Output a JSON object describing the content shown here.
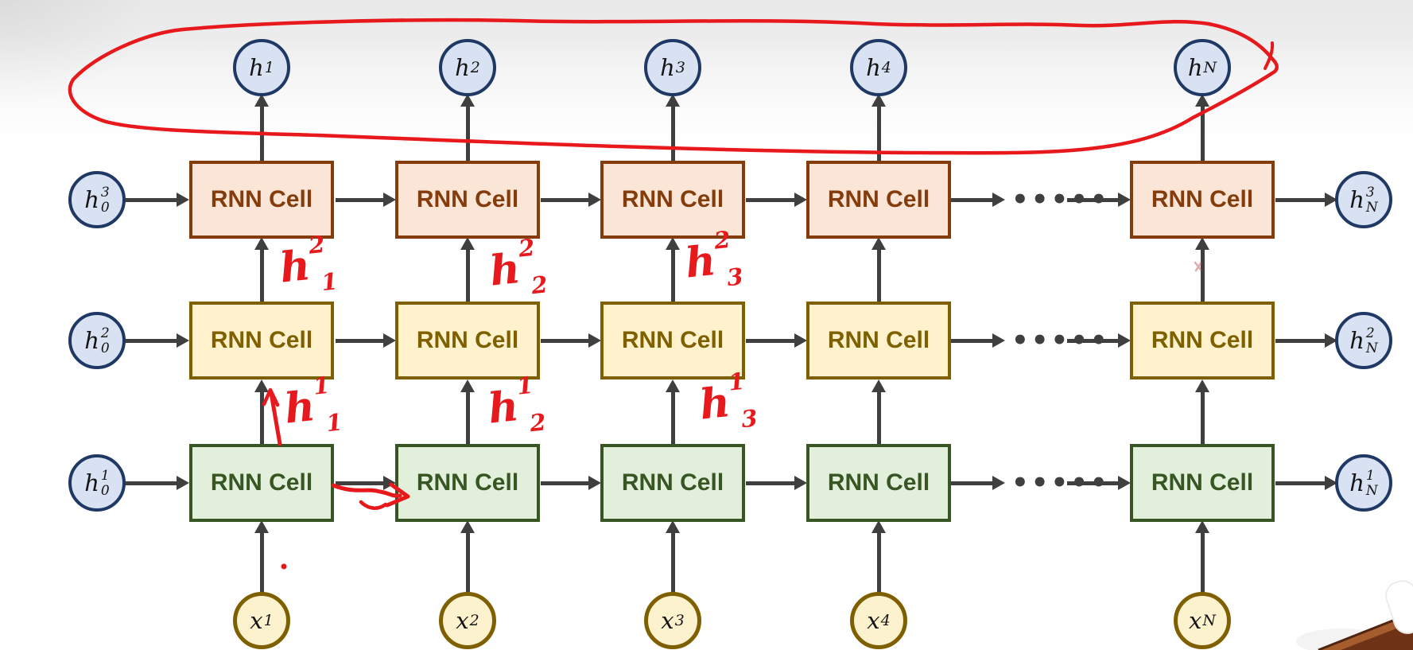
{
  "slide": {
    "description": "Stacked multi-layer RNN diagram with hand-drawn red ink annotations",
    "cell_label": "RNN Cell",
    "ellipsis": "•••••",
    "top_outputs": [
      {
        "base": "h",
        "sub": "1"
      },
      {
        "base": "h",
        "sub": "2"
      },
      {
        "base": "h",
        "sub": "3"
      },
      {
        "base": "h",
        "sub": "4"
      },
      {
        "base": "h",
        "sub": "N"
      }
    ],
    "left_states": [
      {
        "base": "h",
        "sub": "0",
        "sup": "3"
      },
      {
        "base": "h",
        "sub": "0",
        "sup": "2"
      },
      {
        "base": "h",
        "sub": "0",
        "sup": "1"
      }
    ],
    "right_states": [
      {
        "base": "h",
        "sub": "N",
        "sup": "3"
      },
      {
        "base": "h",
        "sub": "N",
        "sup": "2"
      },
      {
        "base": "h",
        "sub": "N",
        "sup": "1"
      }
    ],
    "inputs": [
      {
        "base": "x",
        "sub": "1"
      },
      {
        "base": "x",
        "sub": "2"
      },
      {
        "base": "x",
        "sub": "3"
      },
      {
        "base": "x",
        "sub": "4"
      },
      {
        "base": "x",
        "sub": "N"
      }
    ],
    "red_annotations": {
      "between_layer2_and_layer3": [
        {
          "base": "h",
          "sup": "2",
          "sub": "1"
        },
        {
          "base": "h",
          "sup": "2",
          "sub": "2"
        },
        {
          "base": "h",
          "sup": "2",
          "sub": "3"
        }
      ],
      "between_layer1_and_layer2": [
        {
          "base": "h",
          "sup": "1",
          "sub": "1"
        },
        {
          "base": "h",
          "sup": "1",
          "sub": "2"
        },
        {
          "base": "h",
          "sup": "1",
          "sub": "3"
        }
      ],
      "marks": [
        "output-row-loop",
        "cell1-to-cell2-arrow",
        "upward-arrow-col1",
        "stray-dot",
        "stray-scribble"
      ]
    },
    "palette": {
      "layer1_fill": "#E2EFDA",
      "layer1_stroke": "#375623",
      "layer2_fill": "#FFF2CC",
      "layer2_stroke": "#7F6000",
      "layer3_fill": "#FBE5D6",
      "layer3_stroke": "#843C0C",
      "state_fill": "#D9E2F3",
      "state_stroke": "#1F3864",
      "input_fill": "#FDF2CE",
      "input_stroke": "#7F6000",
      "arrow": "#3f3f3f",
      "ink_red": "#e8191c"
    }
  }
}
